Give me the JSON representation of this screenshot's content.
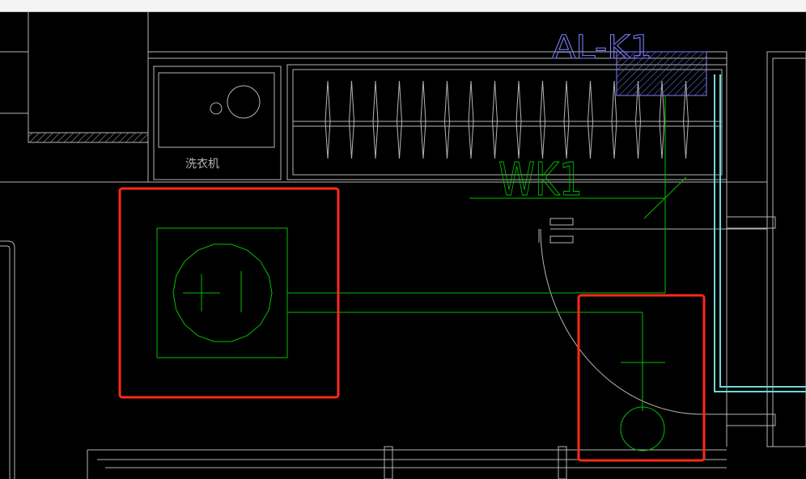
{
  "colors": {
    "background": "#000000",
    "wall_line": "#b4b4b4",
    "electrical_line": "#00c000",
    "panel_label": "#8080ff",
    "panel_hatch": "#7070e0",
    "conduit": "#6fd8d8",
    "highlight_box": "#ff2a1a"
  },
  "labels": {
    "panel_id": "AL-K1",
    "circuit_id": "WK1",
    "appliance_label": "洗衣机"
  },
  "icons": {
    "ceiling_fixture": "circle-with-cross-fixture-icon",
    "floor_fixture": "floor-socket-symbol-icon",
    "distribution_panel": "hatched-panel-icon"
  }
}
